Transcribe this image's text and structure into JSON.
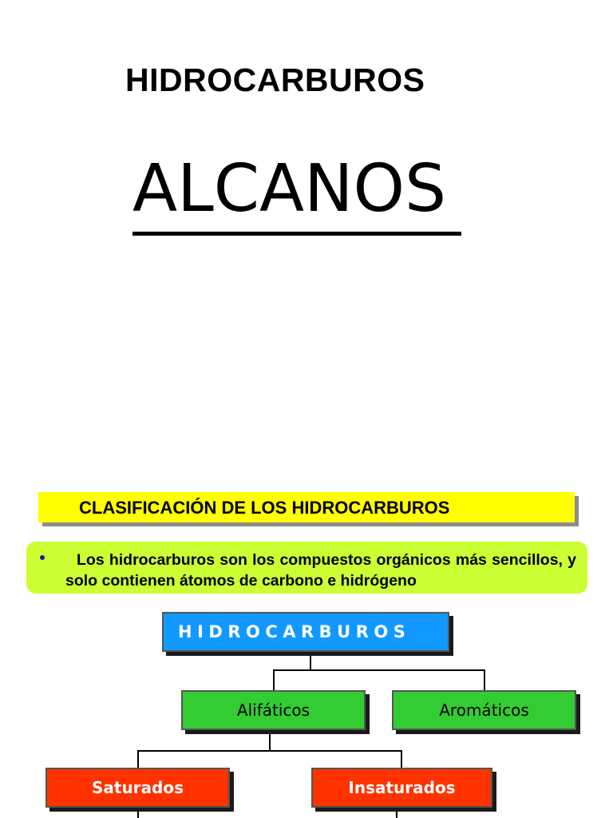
{
  "header": {
    "heading": "HIDROCARBUROS",
    "title": "ALCANOS"
  },
  "classification": {
    "banner": "CLASIFICACIÓN DE LOS HIDROCARBUROS",
    "bullet_text": "Los hidrocarburos son los compuestos orgánicos más sencillos, y solo contienen átomos de carbono e hidrógeno"
  },
  "tree": {
    "root": "HIDROCARBUROS",
    "level1": [
      "Alifáticos",
      "Aromáticos"
    ],
    "level2": [
      "Saturados",
      "Insaturados"
    ]
  },
  "colors": {
    "banner": "#ffff00",
    "info_box": "#ccff33",
    "root_box": "#1199ff",
    "level1_box": "#33cc33",
    "level2_box": "#ff3300"
  }
}
